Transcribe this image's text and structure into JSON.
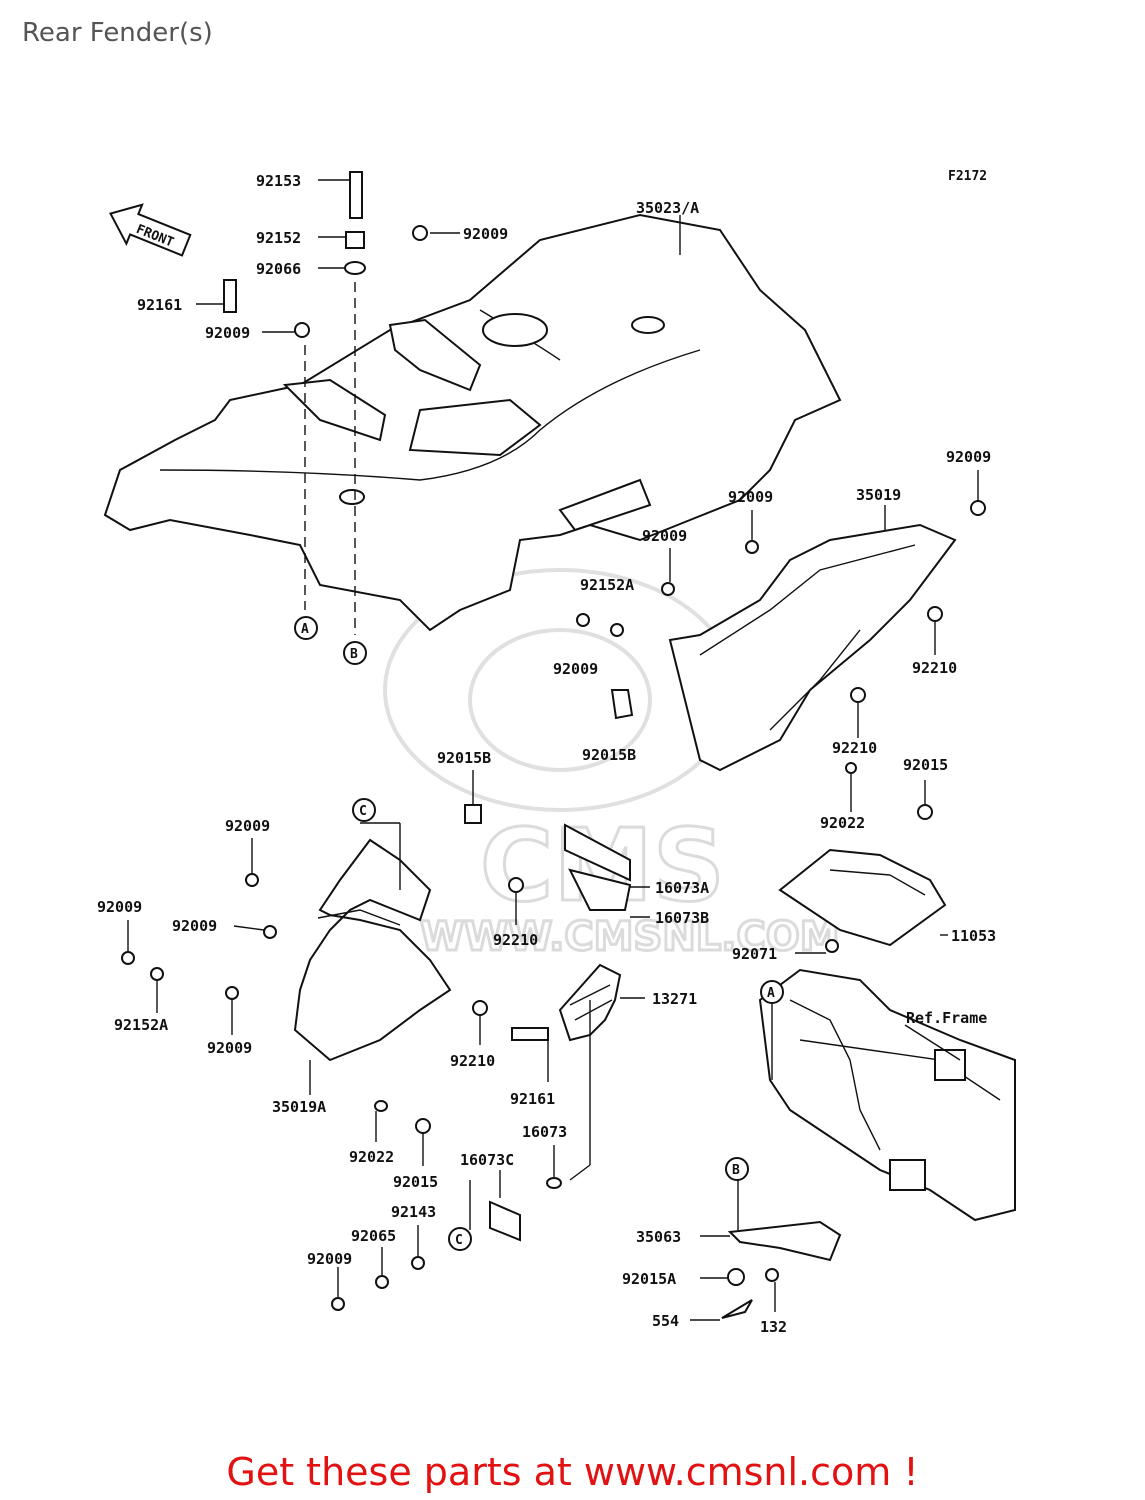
{
  "header": {
    "title": "Rear Fender(s)"
  },
  "diagram": {
    "code": "F2172",
    "front_label": "FRONT",
    "ref_frame_label": "Ref.Frame",
    "watermark_text": "CMS",
    "watermark_url": "WWW.CMSNL.COM",
    "ref_markers": {
      "a": "A",
      "b": "B",
      "c": "C"
    },
    "parts": {
      "p92153": "92153",
      "p92152_top": "92152",
      "p92066": "92066",
      "p92161_top": "92161",
      "p92009_top_left": "92009",
      "p92009_top_center": "92009",
      "p35023A": "35023/A",
      "p92009_right_top": "92009",
      "p35019": "35019",
      "p92009_mid1": "92009",
      "p92009_mid2": "92009",
      "p92152A_mid": "92152A",
      "p92009_mid3": "92009",
      "p92210_right": "92210",
      "p92015B_right": "92015B",
      "p92210_mid": "92210",
      "p92015_right": "92015",
      "p92022_right": "92022",
      "p92015B_left": "92015B",
      "p92009_left1": "92009",
      "p16073A": "16073A",
      "p16073B": "16073B",
      "p11053": "11053",
      "p92009_left2": "92009",
      "p92009_left3": "92009",
      "p92210_left": "92210",
      "p92071": "92071",
      "p92152A_left": "92152A",
      "p13271": "13271",
      "p92009_left4": "92009",
      "p92210_left2": "92210",
      "p35019A": "35019A",
      "p92161_low": "92161",
      "p92022_low": "92022",
      "p92015_low": "92015",
      "p16073": "16073",
      "p16073C": "16073C",
      "p92143": "92143",
      "p92065": "92065",
      "p92009_bottom": "92009",
      "p35063": "35063",
      "p92015A": "92015A",
      "p554": "554",
      "p132": "132"
    }
  },
  "footer": {
    "cta": "Get these parts at www.cmsnl.com !",
    "color": "#e21212"
  }
}
